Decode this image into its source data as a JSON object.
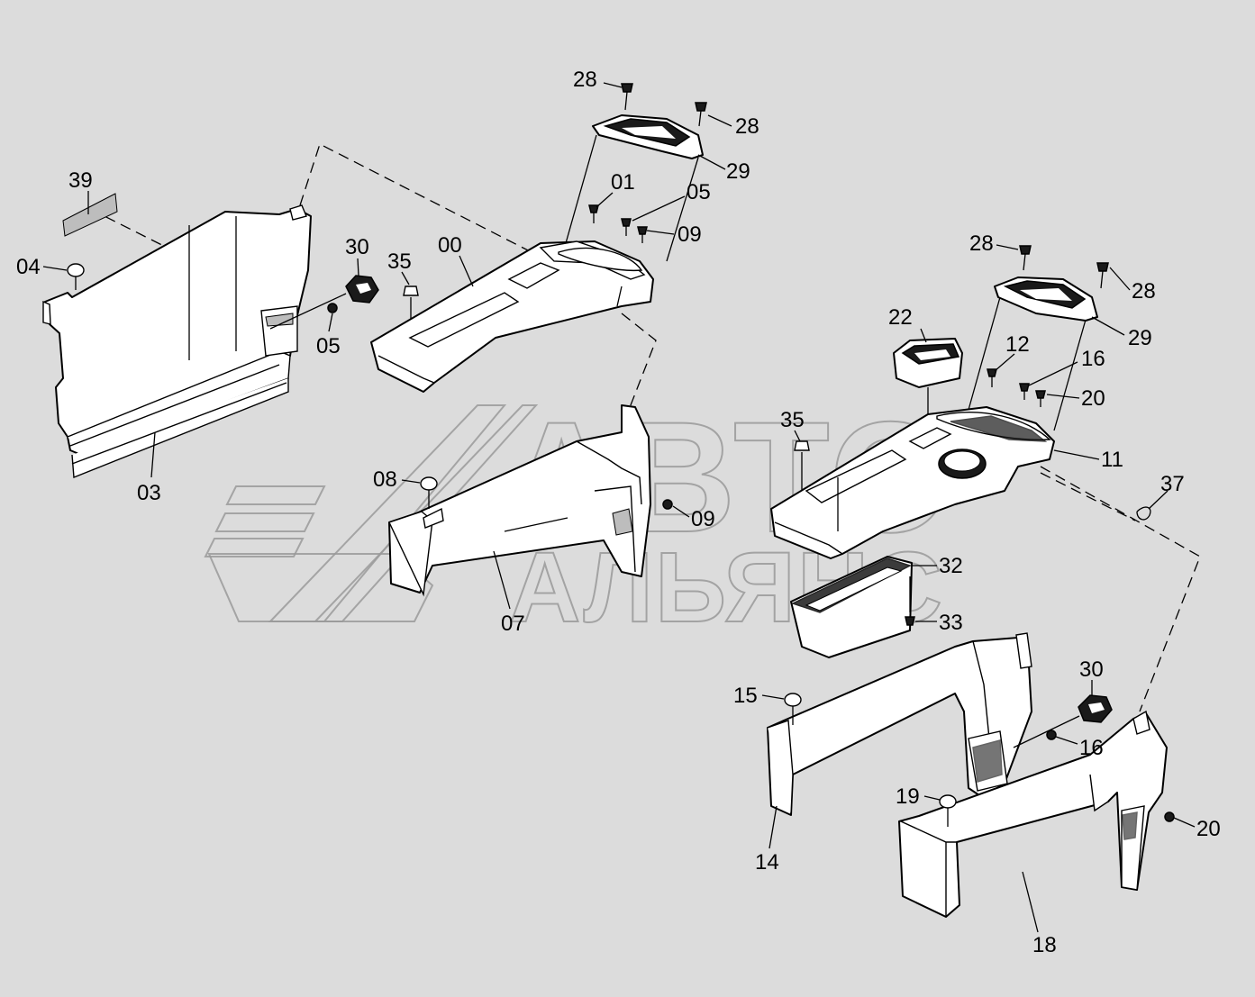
{
  "watermark": {
    "line1": "АВТО",
    "line2": "АЛЬЯНС"
  },
  "callouts": {
    "c28a": "28",
    "c28b": "28",
    "c29a": "29",
    "c01": "01",
    "c05a": "05",
    "c09a": "09",
    "c39": "39",
    "c04": "04",
    "c30a": "30",
    "c35a": "35",
    "c00": "00",
    "c05b": "05",
    "c03": "03",
    "c08": "08",
    "c09b": "09",
    "c07": "07",
    "c28c": "28",
    "c28d": "28",
    "c29b": "29",
    "c22": "22",
    "c12": "12",
    "c16a": "16",
    "c20a": "20",
    "c35b": "35",
    "c11": "11",
    "c37": "37",
    "c32": "32",
    "c33": "33",
    "c15": "15",
    "c30b": "30",
    "c16b": "16",
    "c19": "19",
    "c20b": "20",
    "c14": "14",
    "c18": "18"
  }
}
